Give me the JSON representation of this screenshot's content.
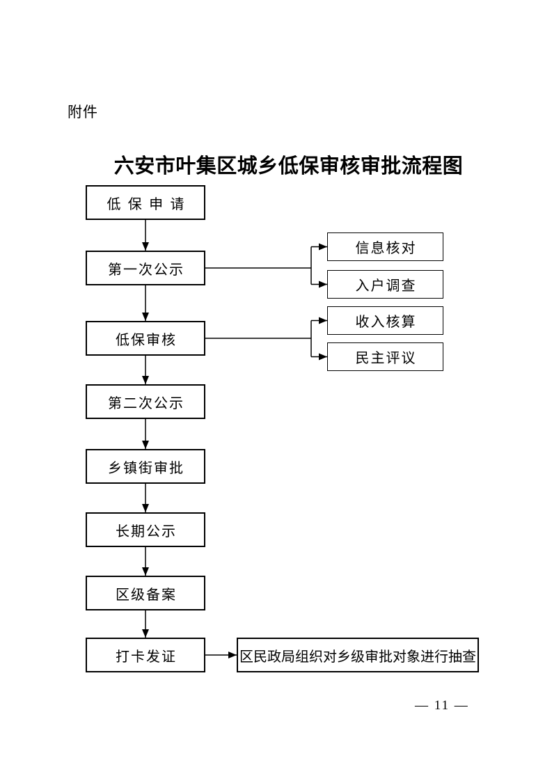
{
  "document": {
    "attachment_label": "附件",
    "title": "六安市叶集区城乡低保审核审批流程图",
    "page_number": "— 11 —"
  },
  "flowchart": {
    "main_steps": [
      {
        "label": "低 保 申 请"
      },
      {
        "label": "第一次公示"
      },
      {
        "label": "低保审核"
      },
      {
        "label": "第二次公示"
      },
      {
        "label": "乡镇街审批"
      },
      {
        "label": "长期公示"
      },
      {
        "label": "区级备案"
      },
      {
        "label": "打卡发证"
      }
    ],
    "first_publicity_branches": [
      {
        "label": "信息核对"
      },
      {
        "label": "入户调查"
      }
    ],
    "review_branches": [
      {
        "label": "收入核算"
      },
      {
        "label": "民主评议"
      }
    ],
    "final_note": {
      "label": "区民政局组织对乡级审批对象进行抽查"
    }
  }
}
